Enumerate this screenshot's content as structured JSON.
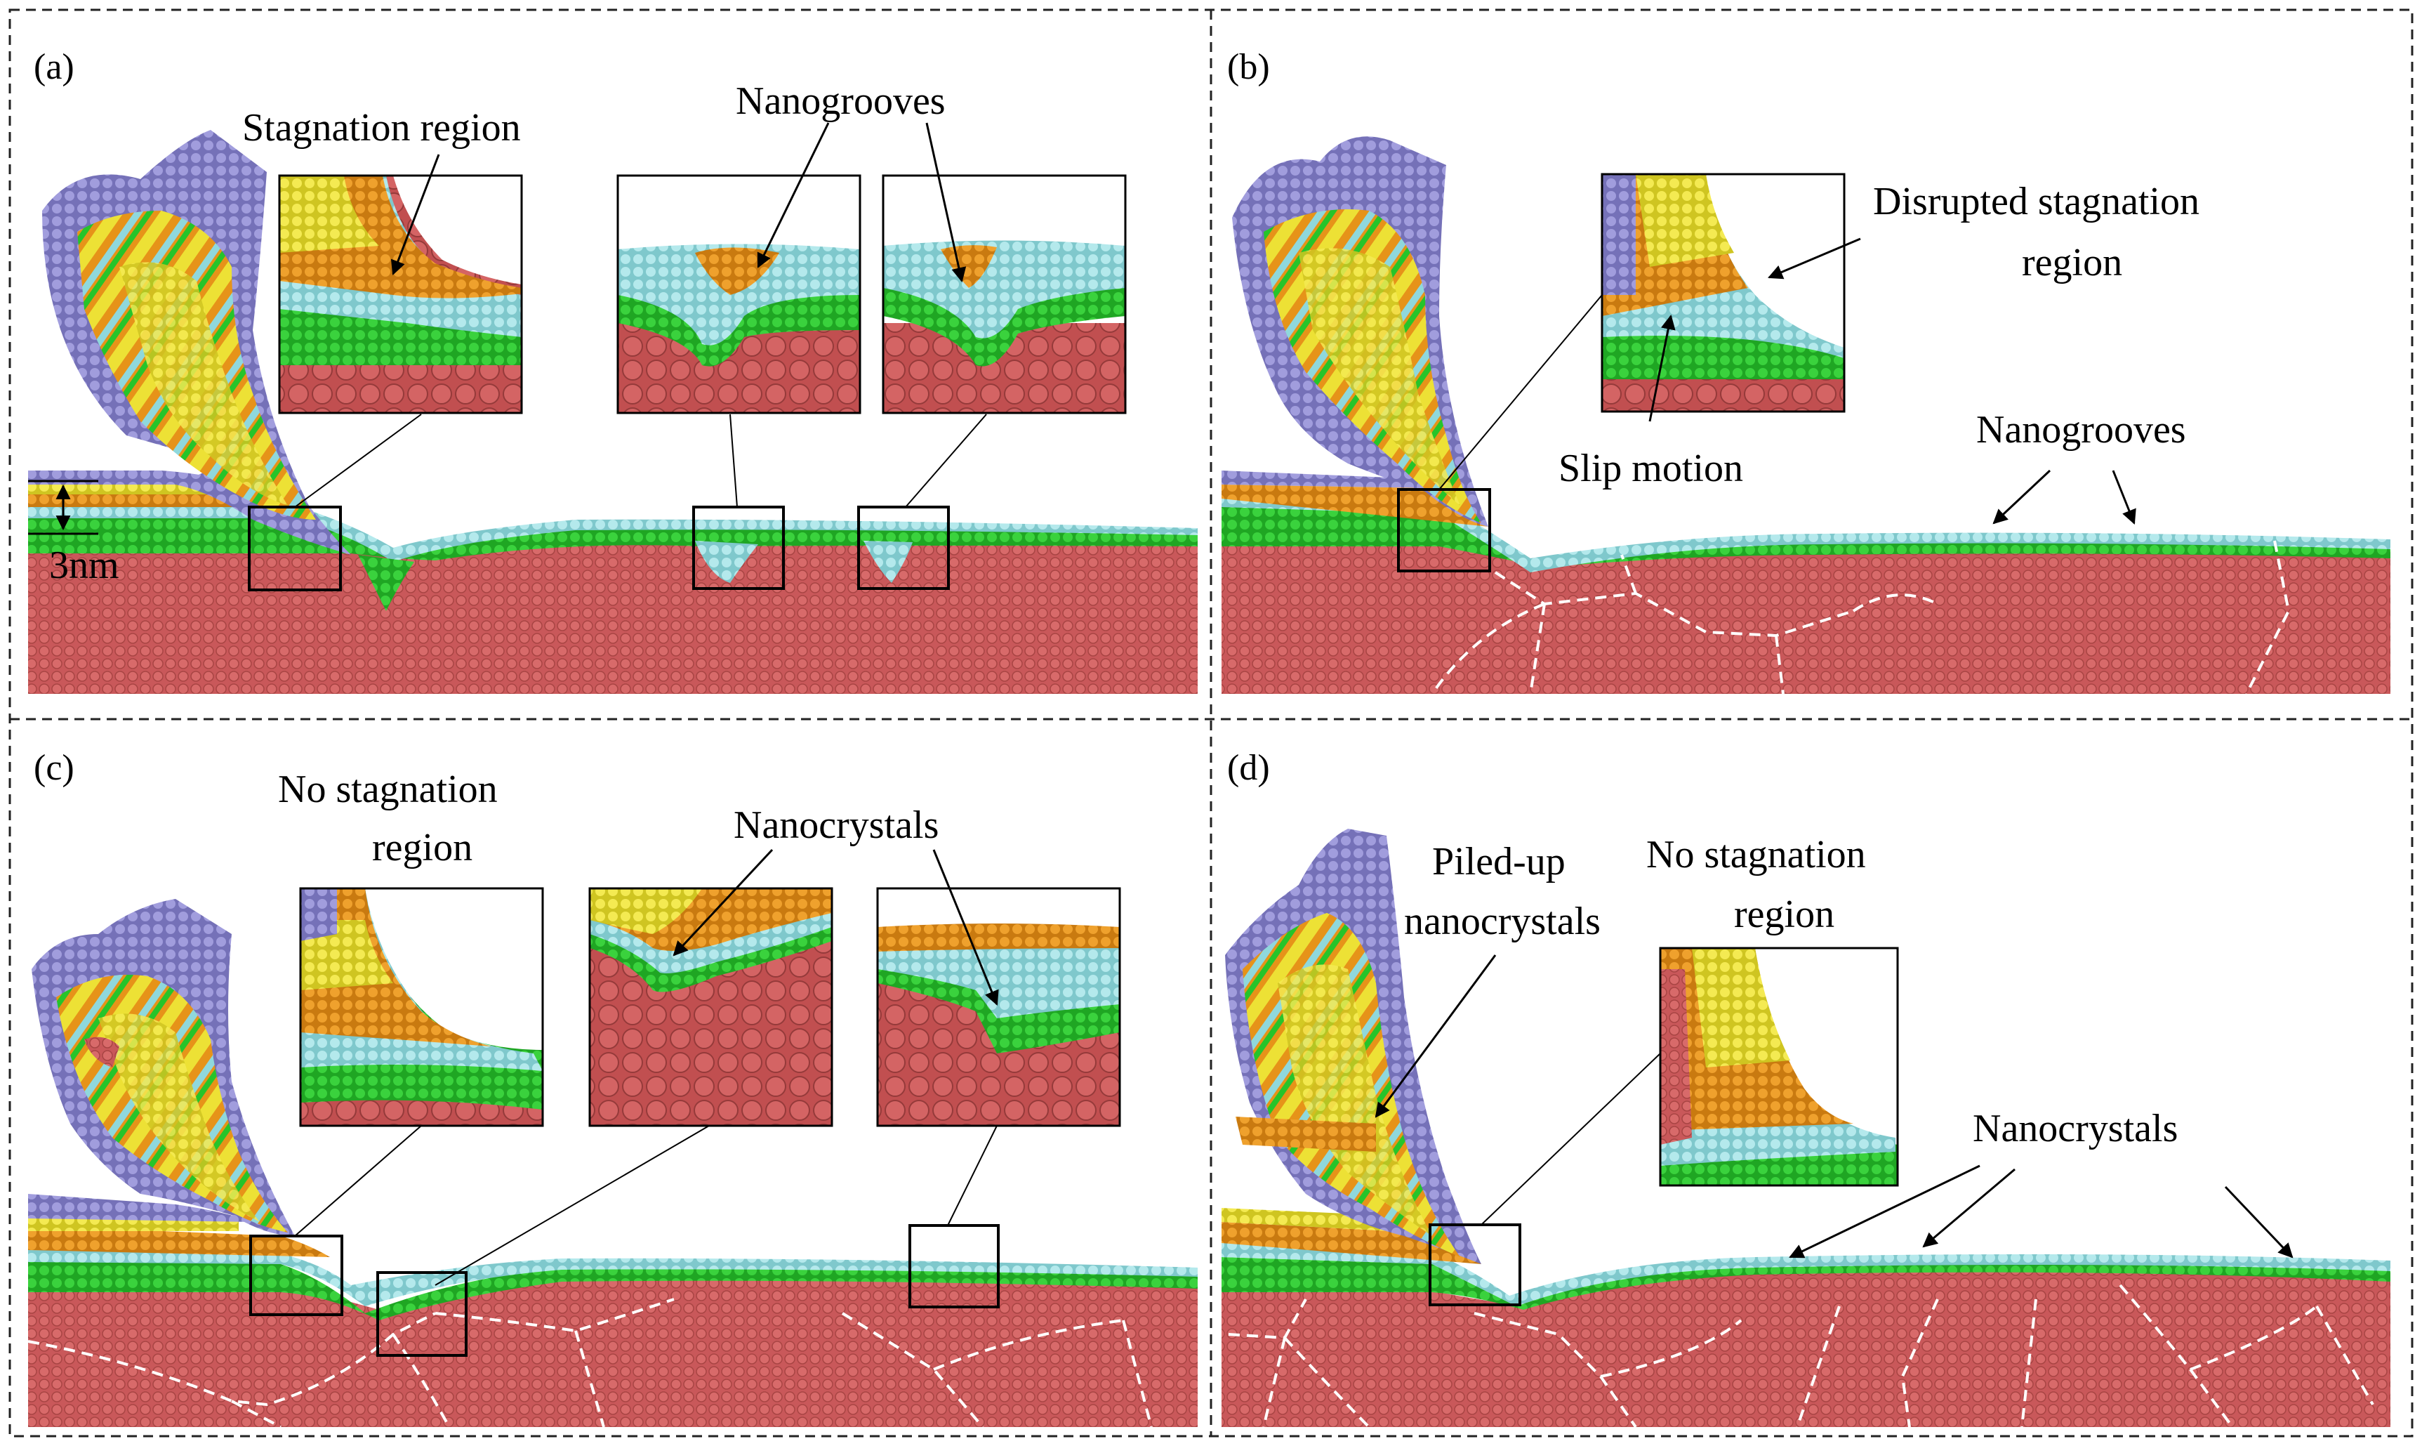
{
  "colors": {
    "substrate": "#c9585a",
    "substrate_dark": "#a8403f",
    "green": "#26c42a",
    "cyan": "#8fd8dc",
    "orange": "#e69319",
    "yellow": "#ede135",
    "purple": "#8a86cc",
    "frame": "#000000"
  },
  "panels": [
    {
      "letter": "(a)",
      "labels": {
        "stagnation": "Stagnation region",
        "nanogrooves": "Nanogrooves",
        "scale": "3nm"
      }
    },
    {
      "letter": "(b)",
      "labels": {
        "disrupted_1": "Disrupted stagnation",
        "disrupted_2": "region",
        "slip": "Slip motion",
        "nanogrooves": "Nanogrooves"
      }
    },
    {
      "letter": "(c)",
      "labels": {
        "no_stag_1": "No stagnation",
        "no_stag_2": "region",
        "nanocrystals": "Nanocrystals"
      }
    },
    {
      "letter": "(d)",
      "labels": {
        "piled_1": "Piled-up",
        "piled_2": "nanocrystals",
        "no_stag_1": "No stagnation",
        "no_stag_2": "region",
        "nanocrystals": "Nanocrystals"
      }
    }
  ]
}
